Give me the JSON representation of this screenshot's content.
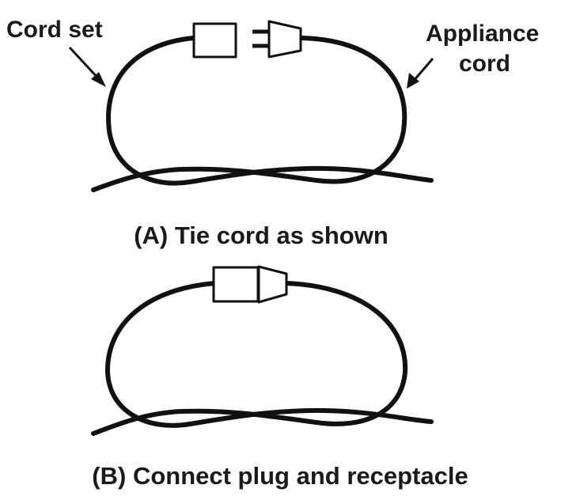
{
  "labels": {
    "cord_set": "Cord set",
    "appliance_line1": "Appliance",
    "appliance_line2": "cord"
  },
  "captions": {
    "step_a": "(A) Tie cord as shown",
    "step_b": "(B) Connect plug and receptacle"
  },
  "colors": {
    "line": "#111111",
    "text": "#1a1a1a",
    "background": "#ffffff"
  }
}
